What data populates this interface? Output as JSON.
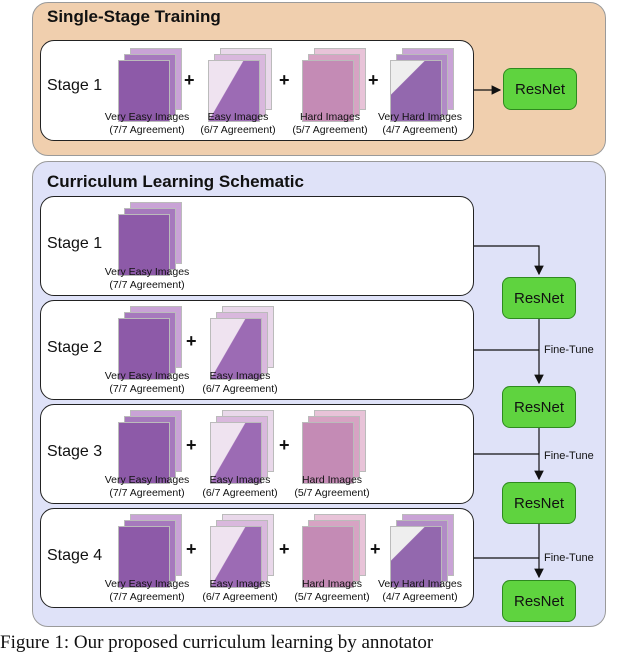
{
  "single_stage": {
    "title": "Single-Stage Training",
    "stage_label": "Stage 1",
    "groups": [
      {
        "line1": "Very Easy Images",
        "line2": "(7/7 Agreement)"
      },
      {
        "line1": "Easy Images",
        "line2": "(6/7 Agreement)"
      },
      {
        "line1": "Hard Images",
        "line2": "(5/7 Agreement)"
      },
      {
        "line1": "Very Hard Images",
        "line2": "(4/7 Agreement)"
      }
    ],
    "model_label": "ResNet"
  },
  "curriculum": {
    "title": "Curriculum Learning Schematic",
    "stages": [
      {
        "label": "Stage 1",
        "groups": [
          {
            "line1": "Very Easy Images",
            "line2": "(7/7 Agreement)"
          }
        ]
      },
      {
        "label": "Stage 2",
        "groups": [
          {
            "line1": "Very Easy Images",
            "line2": "(7/7 Agreement)"
          },
          {
            "line1": "Easy Images",
            "line2": "(6/7 Agreement)"
          }
        ]
      },
      {
        "label": "Stage 3",
        "groups": [
          {
            "line1": "Very Easy Images",
            "line2": "(7/7 Agreement)"
          },
          {
            "line1": "Easy Images",
            "line2": "(6/7 Agreement)"
          },
          {
            "line1": "Hard Images",
            "line2": "(5/7 Agreement)"
          }
        ]
      },
      {
        "label": "Stage 4",
        "groups": [
          {
            "line1": "Very Easy Images",
            "line2": "(7/7 Agreement)"
          },
          {
            "line1": "Easy Images",
            "line2": "(6/7 Agreement)"
          },
          {
            "line1": "Hard Images",
            "line2": "(5/7 Agreement)"
          },
          {
            "line1": "Very Hard Images",
            "line2": "(4/7 Agreement)"
          }
        ]
      }
    ],
    "models": [
      "ResNet",
      "ResNet",
      "ResNet",
      "ResNet"
    ],
    "finetune_labels": [
      "Fine-Tune",
      "Fine-Tune",
      "Fine-Tune"
    ]
  },
  "plus_symbol": "+",
  "caption": "Figure 1:  Our proposed curriculum learning by annotator",
  "colors": {
    "single_stage_bg": "#f0cfae",
    "curriculum_bg": "#dfe2f8",
    "resnet_fill": "#5fd33f",
    "tissue_purple": "#8d5aa8",
    "tissue_pink": "#d9a7cf"
  }
}
